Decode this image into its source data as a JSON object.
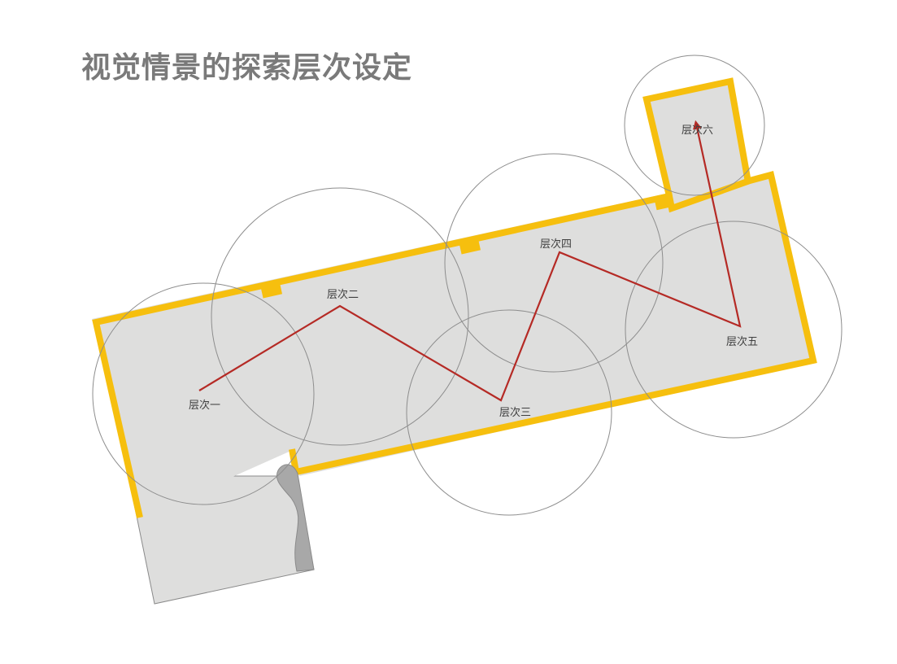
{
  "title": "视觉情景的探索层次设定",
  "colors": {
    "wall": "#f6bf0e",
    "floor": "#dededd",
    "path": "#b52a25",
    "circle": "#8d8d8d",
    "label": "#404040",
    "title": "#7a7a7a"
  },
  "levels": [
    {
      "label": "层次一"
    },
    {
      "label": "层次二"
    },
    {
      "label": "层次三"
    },
    {
      "label": "层次四"
    },
    {
      "label": "层次五"
    },
    {
      "label": "层次六"
    }
  ]
}
